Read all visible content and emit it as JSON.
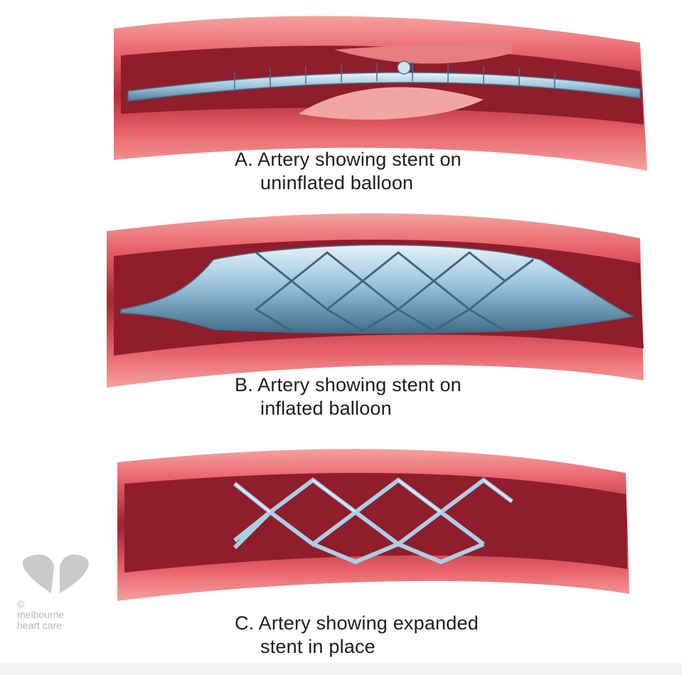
{
  "panels": [
    {
      "letter": "A.",
      "caption_line1": "Artery showing stent on",
      "caption_line2": "uninflated balloon"
    },
    {
      "letter": "B.",
      "caption_line1": "Artery showing stent on",
      "caption_line2": "inflated balloon"
    },
    {
      "letter": "C.",
      "caption_line1": "Artery showing expanded",
      "caption_line2": "stent in place"
    }
  ],
  "watermark": {
    "symbol": "©",
    "line1": "melbourne",
    "line2": "heart care"
  },
  "colors": {
    "artery_wall": "#e8636b",
    "artery_lumen": "#8f1d2b",
    "plaque": "#f2a6a3",
    "stent": "#9cc3db",
    "stent_highlight": "#e6f2fa"
  }
}
